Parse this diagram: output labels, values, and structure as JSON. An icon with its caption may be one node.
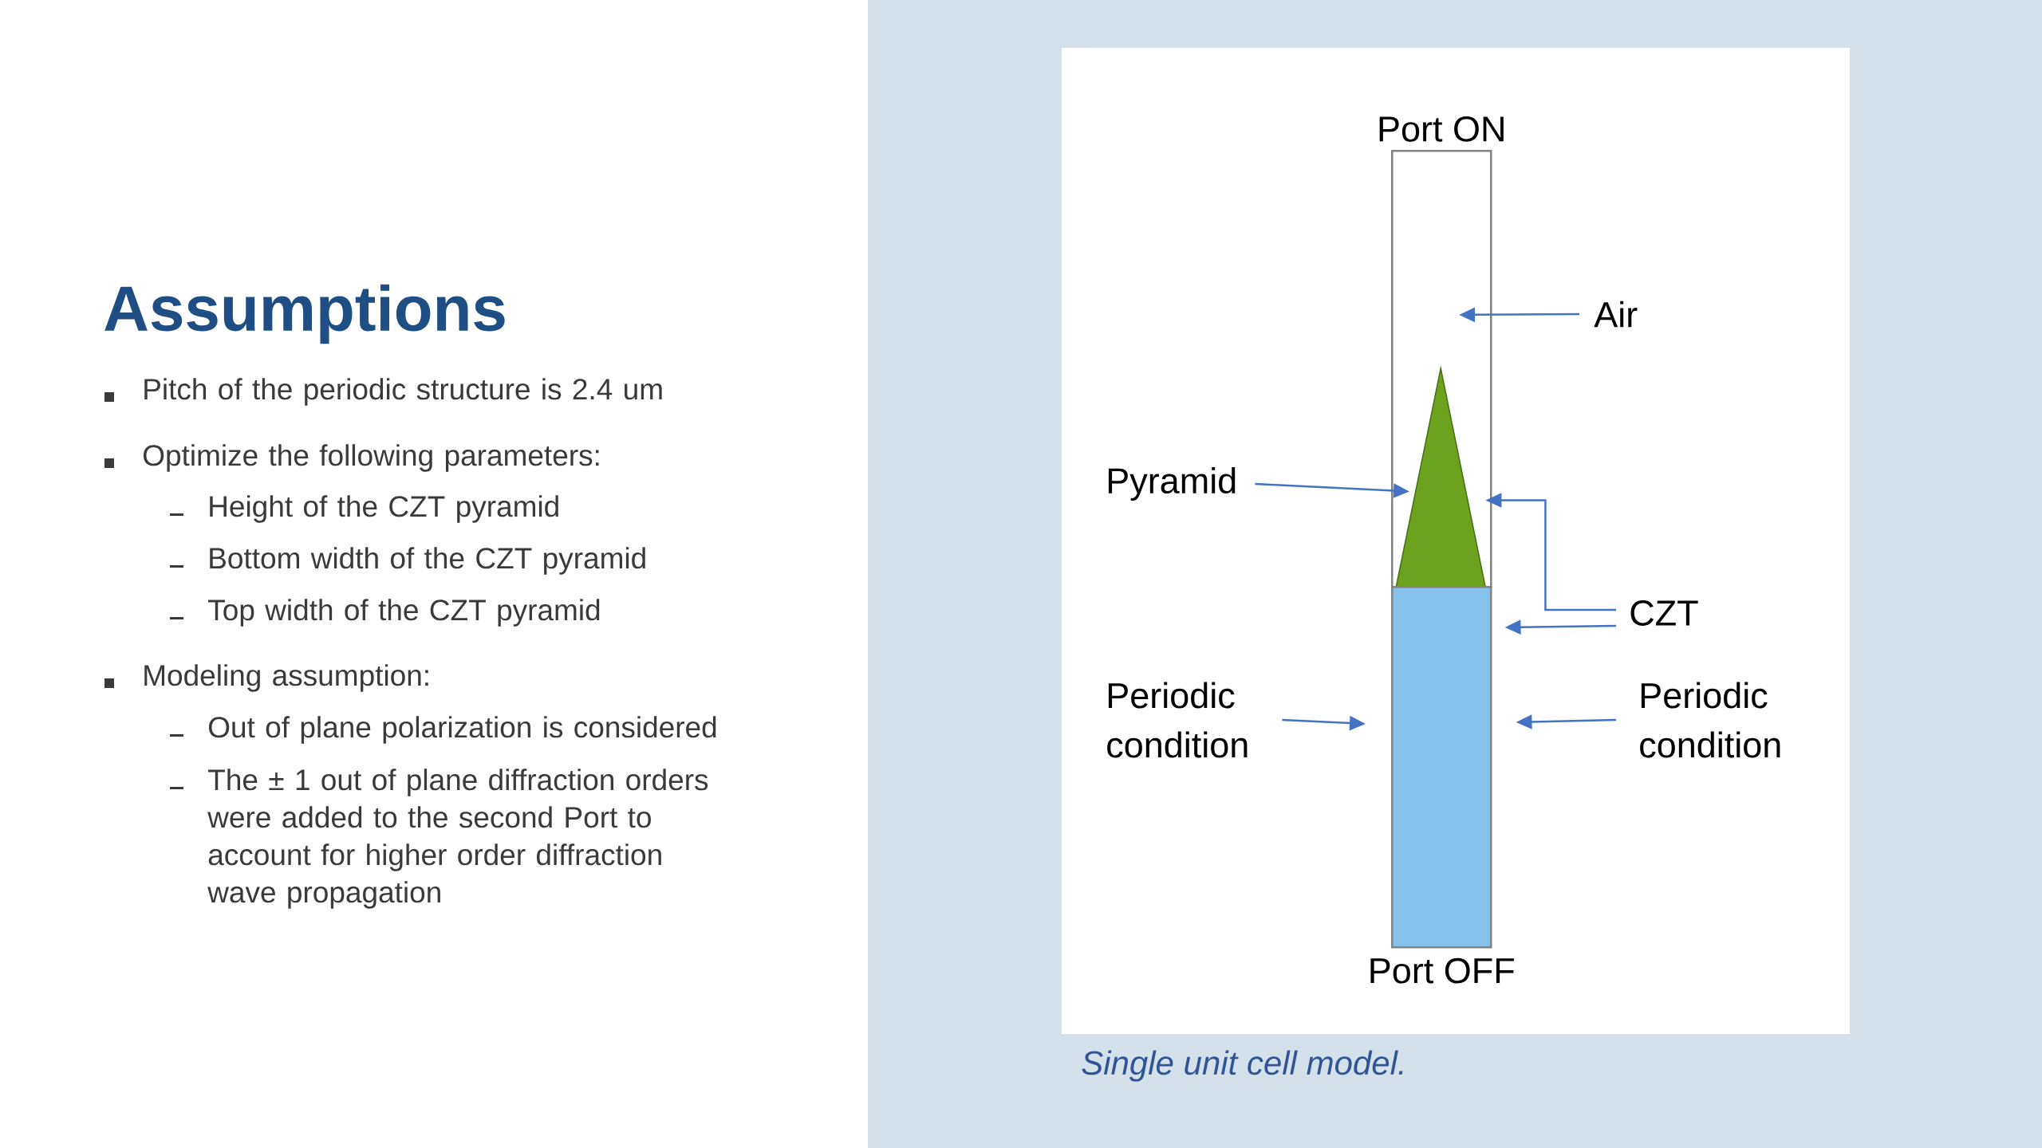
{
  "diagram": {
    "title": "Assumptions",
    "caption": "Single unit cell model.",
    "nodes": [
      {
        "text": [],
        "shape": "box",
        "beside": [
          "Port ON"
        ]
      },
      {
        "text": [],
        "shape": "triangle",
        "in": 0
      },
      {
        "text": [],
        "shape": "box",
        "beside": [
          "Port OFF"
        ]
      },
      {
        "text": [
          "Air"
        ]
      },
      {
        "text": [
          "Pyramid"
        ]
      },
      {
        "text": [
          "CZT"
        ]
      },
      {
        "text": [
          "Periodic condition"
        ]
      },
      {
        "text": [
          "Periodic condition"
        ]
      }
    ],
    "edges": [
      {
        "from": 3,
        "to": 0,
        "arrow": "to"
      },
      {
        "from": 4,
        "to": 1,
        "arrow": "to"
      },
      {
        "from": 5,
        "to": 1,
        "arrow": "to"
      },
      {
        "from": 5,
        "to": 2,
        "arrow": "to"
      },
      {
        "from": 6,
        "to": 2,
        "arrow": "to"
      },
      {
        "from": 7,
        "to": 2,
        "arrow": "to"
      }
    ],
    "labels": [
      "Pitch of the periodic structure is 2.4 um",
      "Optimize the following parameters:",
      "Height of the CZT pyramid",
      "Bottom width of the CZT pyramid",
      "Top width of the CZT pyramid",
      "Modeling assumption:",
      "Out of plane polarization is considered",
      "The ± 1 out of plane diffraction orders were added to the second Port to account for higher order diffraction wave propagation"
    ]
  }
}
